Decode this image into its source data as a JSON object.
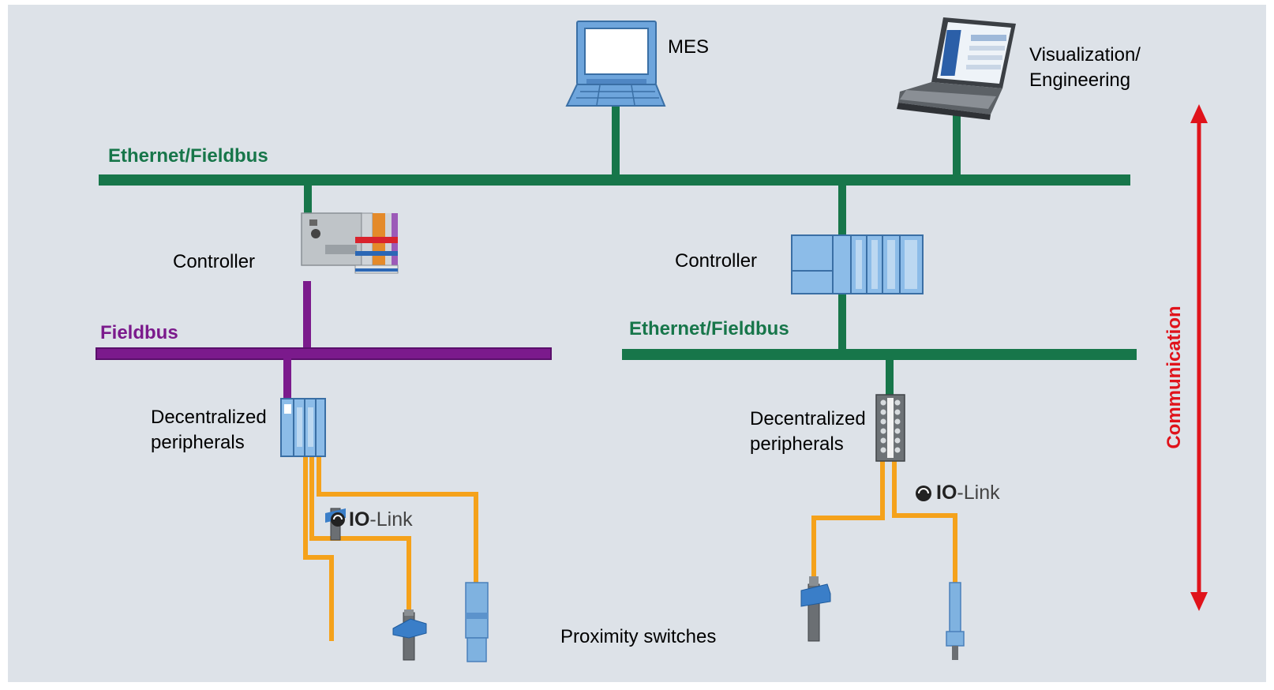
{
  "nodes": {
    "mes": "MES",
    "visualization": [
      "Visualization/",
      "Engineering"
    ],
    "controller_left": "Controller",
    "controller_right": "Controller",
    "periph_left": [
      "Decentralized",
      "peripherals"
    ],
    "periph_right": [
      "Decentralized",
      "peripherals"
    ],
    "proximity": "Proximity switches"
  },
  "buses": {
    "top": "Ethernet/Fieldbus",
    "left": "Fieldbus",
    "right": "Ethernet/Fieldbus"
  },
  "io_link": {
    "bold": "IO",
    "rest": "-Link"
  },
  "axis": "Communication",
  "colors": {
    "ethernet": "#17764a",
    "fieldbus": "#7b1a8c",
    "io_link_wire": "#f5a21b",
    "communication": "#e0131b",
    "background": "#dde2e8"
  }
}
